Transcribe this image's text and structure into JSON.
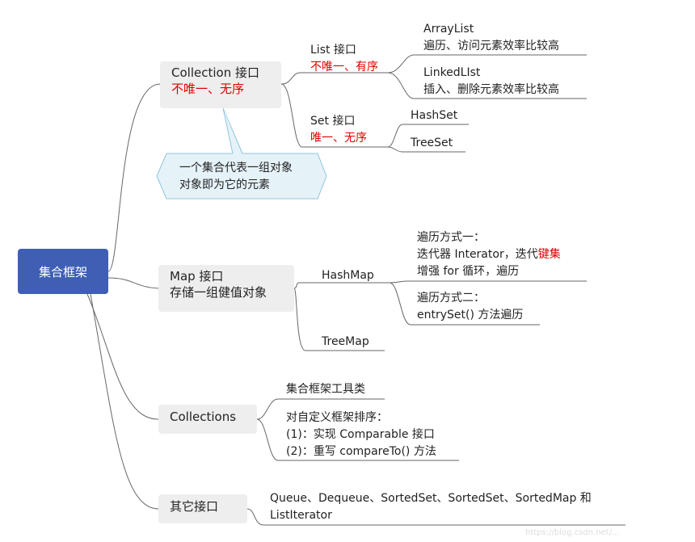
{
  "root": {
    "label": "集合框架"
  },
  "collection": {
    "title": "Collection 接口",
    "subtitle": "不唯一、无序",
    "callout": [
      "一个集合代表一组对象",
      "对象即为它的元素"
    ],
    "list": {
      "title": "List 接口",
      "subtitle": "不唯一、有序",
      "children": [
        {
          "title": "ArrayList",
          "desc": "遍历、访问元素效率比较高"
        },
        {
          "title": "LinkedLIst",
          "desc": "插入、删除元素效率比较高"
        }
      ]
    },
    "set": {
      "title": "Set 接口",
      "subtitle": "唯一、无序",
      "children": [
        {
          "title": "HashSet"
        },
        {
          "title": "TreeSet"
        }
      ]
    }
  },
  "map": {
    "title": "Map 接口",
    "subtitle": "存储一组健值对象",
    "hashmap": {
      "title": "HashMap",
      "way1": {
        "heading": "遍历方式一：",
        "line2_a": "迭代器 Interator，迭代",
        "line2_b": "键集",
        "line3": "增强 for 循环，遍历"
      },
      "way2": {
        "heading": "遍历方式二：",
        "line2": "entrySet() 方法遍历"
      }
    },
    "treemap": {
      "title": "TreeMap"
    }
  },
  "collections": {
    "title": "Collections",
    "tool": "集合框架工具类",
    "sort": [
      "对自定义框架排序：",
      "(1)：实现 Comparable 接口",
      "(2)：重写 compareTo() 方法"
    ]
  },
  "others": {
    "title": "其它接口",
    "items": [
      "Queue、Dequeue、SortedSet、SortedSet、SortedMap 和",
      "ListIterator"
    ]
  },
  "watermark": "https://blog.csdn.net/...",
  "colors": {
    "root": "#3e5fb4",
    "node": "#eeeeee",
    "callout": "#e5f2f8",
    "accent": "#e00000",
    "line": "#666666"
  }
}
